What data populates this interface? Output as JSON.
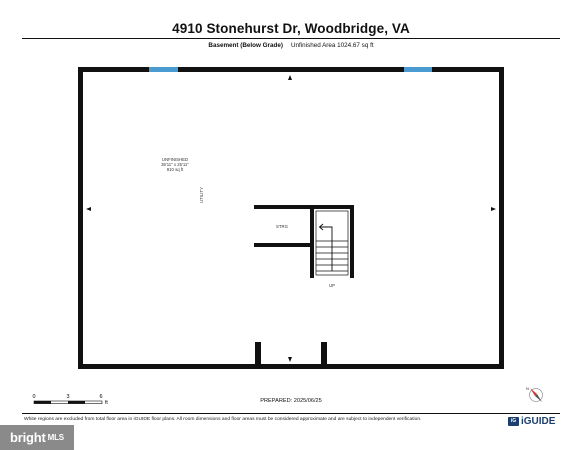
{
  "title": "4910 Stonehurst Dr, Woodbridge, VA",
  "subtitle": {
    "floor": "Basement (Below Grade)",
    "area": "Unfinished Area 1024.67 sq ft"
  },
  "rooms": {
    "unfinished": {
      "name": "UNFINISHED",
      "dimensions": "36'11\" x 25'11\"",
      "area": "910 sq ft"
    },
    "utility": "UTILITY",
    "storage": "STRG",
    "stairs_label": "UP"
  },
  "scale_bar": {
    "ticks": [
      "0",
      "3",
      "6"
    ],
    "unit": "ft"
  },
  "prepared": "PREPARED: 2025/06/25",
  "disclaimer": "White regions are excluded from total floor area in iGUIDE floor plans. All room dimensions and floor areas must be considered approximate and are subject to independent verification.",
  "logo": {
    "badge": "iG",
    "text": "iGUIDE"
  },
  "watermark": {
    "bold": "bright",
    "suffix": "MLS"
  },
  "colors": {
    "wall": "#111111",
    "window": "#4a9bd1",
    "compass_needle": "#d9362b"
  }
}
